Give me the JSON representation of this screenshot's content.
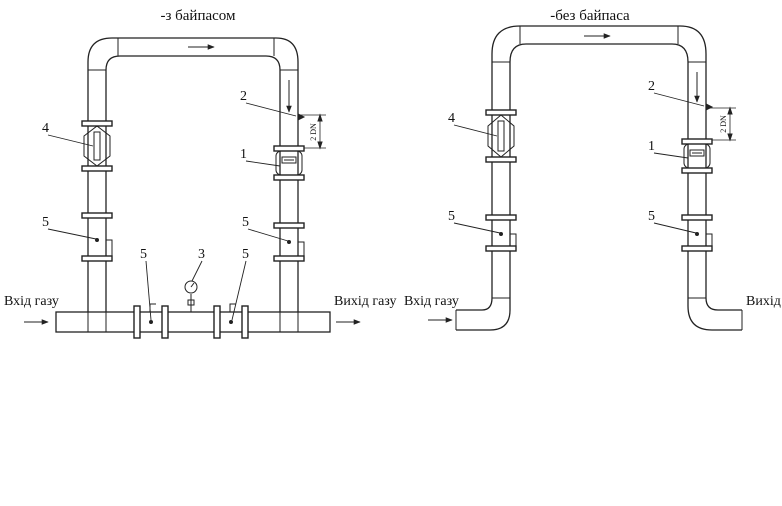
{
  "left": {
    "title": "-з байпасом",
    "inlet_label": "Вхід газу",
    "outlet_label": "Вихід газу",
    "callouts": {
      "c2": "2",
      "c4": "4",
      "c1": "1",
      "c5a": "5",
      "c5b": "5",
      "c5c": "5",
      "c3": "3",
      "c5d": "5"
    },
    "dimension": "2 DN"
  },
  "right": {
    "title": "-без байпаса",
    "inlet_label": "Вхід газу",
    "outlet_label": "Вихід",
    "callouts": {
      "c2": "2",
      "c4": "4",
      "c1": "1",
      "c5a": "5",
      "c5b": "5"
    },
    "dimension": "2 DN"
  }
}
